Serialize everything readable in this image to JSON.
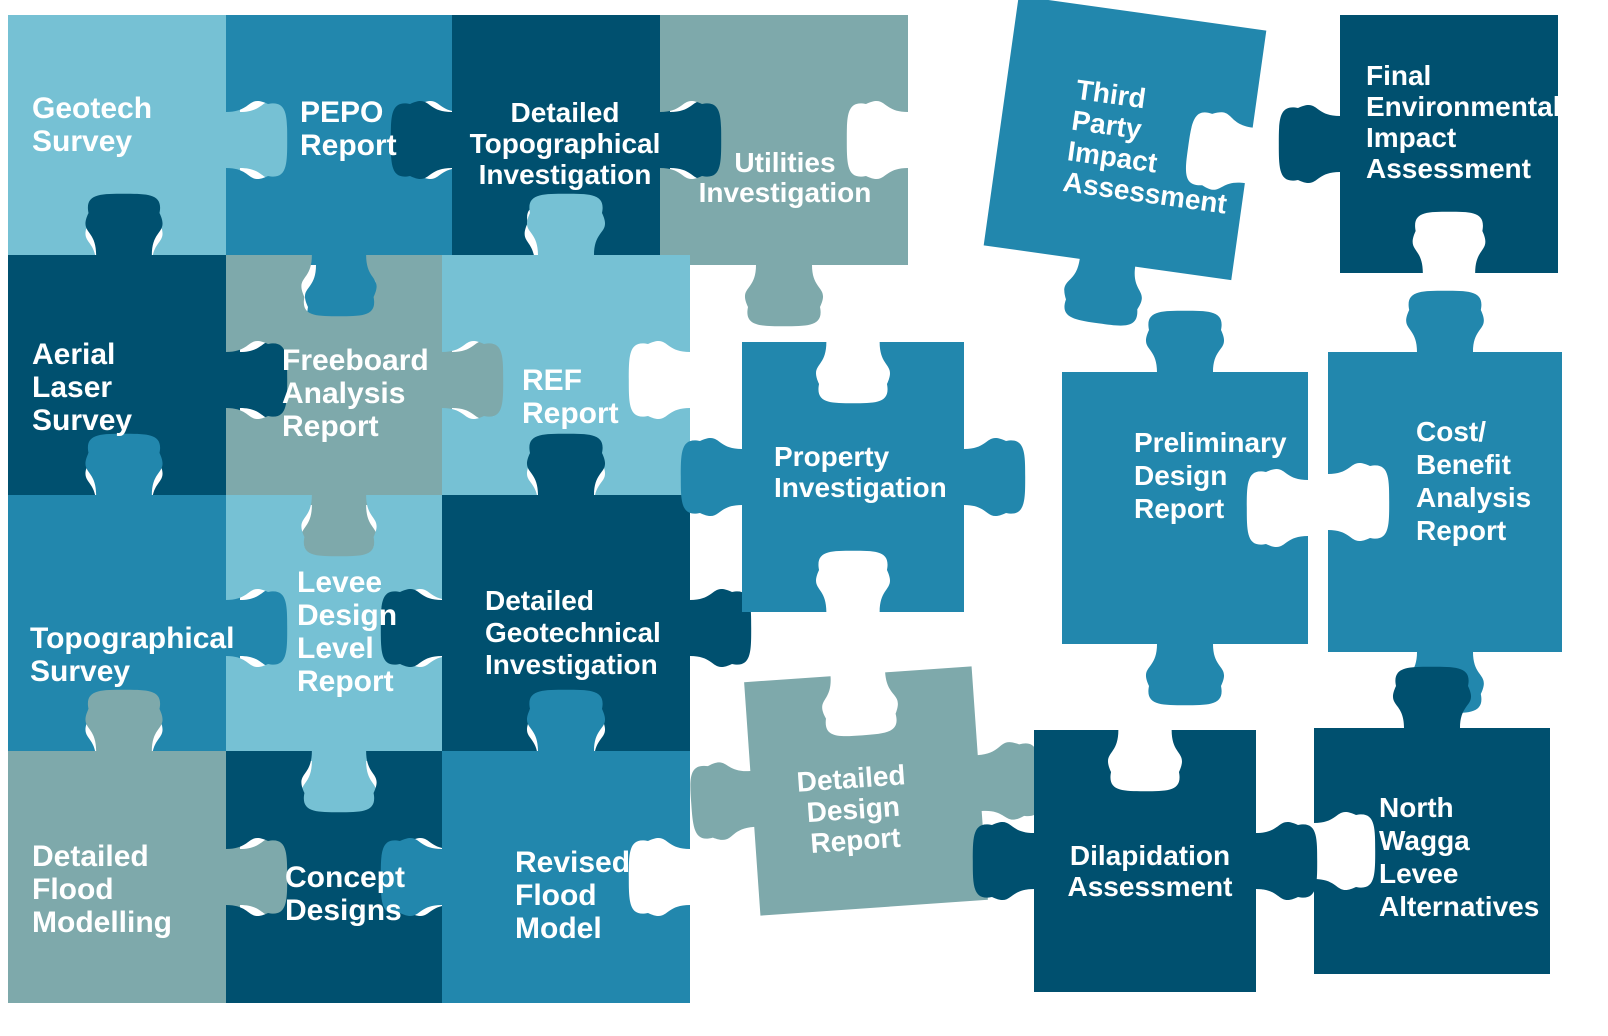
{
  "palette": {
    "light": "#76c1d4",
    "mid": "#2287ad",
    "dark": "#00506f",
    "grey": "#7ea9ab",
    "text": "#ffffff",
    "background": "#ffffff"
  },
  "pieces": [
    {
      "id": "geotech-survey",
      "lines": [
        "Geotech",
        "Survey"
      ],
      "color": "light"
    },
    {
      "id": "pepo-report",
      "lines": [
        "PEPO",
        "Report"
      ],
      "color": "mid"
    },
    {
      "id": "detailed-topographical-investigation",
      "lines": [
        "Detailed",
        "Topographical",
        "Investigation"
      ],
      "color": "dark"
    },
    {
      "id": "utilities-investigation",
      "lines": [
        "Utilities",
        "Investigation"
      ],
      "color": "grey"
    },
    {
      "id": "aerial-laser-survey",
      "lines": [
        "Aerial",
        "Laser",
        "Survey"
      ],
      "color": "dark"
    },
    {
      "id": "freeboard-analysis-report",
      "lines": [
        "Freeboard",
        "Analysis",
        "Report"
      ],
      "color": "grey"
    },
    {
      "id": "ref-report",
      "lines": [
        "REF",
        "Report"
      ],
      "color": "light"
    },
    {
      "id": "topographical-survey",
      "lines": [
        "Topographical",
        "Survey"
      ],
      "color": "mid"
    },
    {
      "id": "levee-design-level-report",
      "lines": [
        "Levee",
        "Design",
        "Level",
        "Report"
      ],
      "color": "light"
    },
    {
      "id": "detailed-geotechnical-investigation",
      "lines": [
        "Detailed",
        "Geotechnical",
        "Investigation"
      ],
      "color": "dark"
    },
    {
      "id": "detailed-flood-modelling",
      "lines": [
        "Detailed",
        "Flood",
        "Modelling"
      ],
      "color": "grey"
    },
    {
      "id": "concept-designs",
      "lines": [
        "Concept",
        "Designs"
      ],
      "color": "dark"
    },
    {
      "id": "revised-flood-model",
      "lines": [
        "Revised",
        "Flood",
        "Model"
      ],
      "color": "mid"
    },
    {
      "id": "third-party-impact-assessment",
      "lines": [
        "Third",
        "Party",
        "Impact",
        "Assessment"
      ],
      "color": "mid"
    },
    {
      "id": "final-environmental-impact-assessment",
      "lines": [
        "Final",
        "Environmental",
        "Impact",
        "Assessment"
      ],
      "color": "dark"
    },
    {
      "id": "property-investigation",
      "lines": [
        "Property",
        "Investigation"
      ],
      "color": "mid"
    },
    {
      "id": "preliminary-design-report",
      "lines": [
        "Preliminary",
        "Design",
        "Report"
      ],
      "color": "mid"
    },
    {
      "id": "cost-benefit-analysis-report",
      "lines": [
        "Cost/",
        "Benefit",
        "Analysis",
        "Report"
      ],
      "color": "mid"
    },
    {
      "id": "detailed-design-report",
      "lines": [
        "Detailed",
        "Design",
        "Report"
      ],
      "color": "grey"
    },
    {
      "id": "dilapidation-assessment",
      "lines": [
        "Dilapidation",
        "Assessment"
      ],
      "color": "dark"
    },
    {
      "id": "north-wagga-levee-alternatives",
      "lines": [
        "North",
        "Wagga",
        "Levee",
        "Alternatives"
      ],
      "color": "dark"
    }
  ]
}
